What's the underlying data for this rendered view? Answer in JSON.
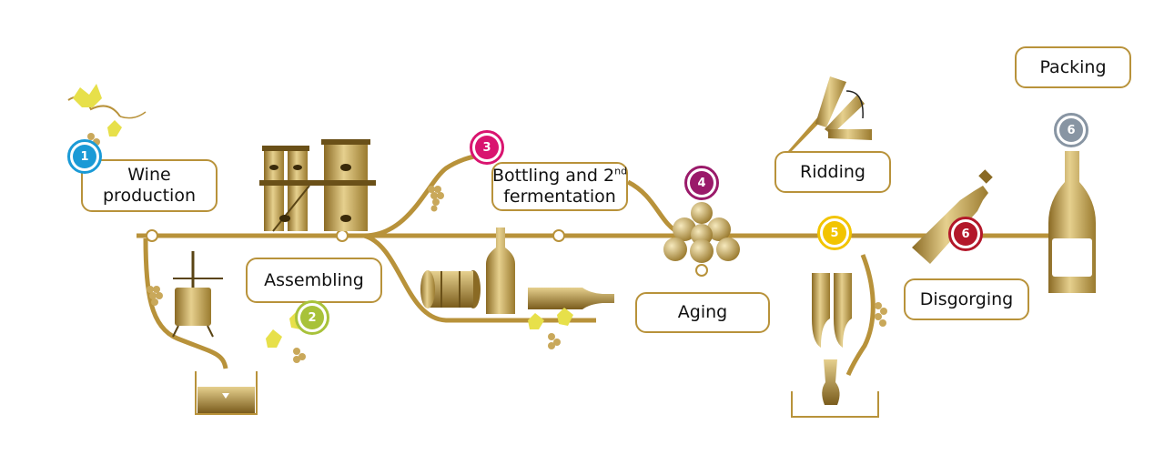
{
  "colors": {
    "gold": "#b8923a",
    "gold_light": "#e6d08e",
    "gold_dark": "#8a6a24",
    "leaf": "#e7e04a",
    "step1": "#1a9ad6",
    "step2": "#a8c23a",
    "step3": "#d9146f",
    "step4": "#9a1a6a",
    "step5": "#f2c400",
    "step6_disgorging": "#b3172a",
    "step6_packing": "#8895a3"
  },
  "steps": [
    {
      "number": "1",
      "label": "Wine",
      "label_line2": "production"
    },
    {
      "number": "2",
      "label": "Assembling"
    },
    {
      "number": "3",
      "label": "Bottling and 2",
      "label_sup": "nd",
      "label_line2": "fermentation"
    },
    {
      "number": "4",
      "label": "Aging"
    },
    {
      "number": "5",
      "label": "Ridding"
    },
    {
      "number": "6",
      "label": "Disgorging"
    },
    {
      "number": "6",
      "label": "Packing"
    }
  ],
  "icons": [
    "grape-vine-icon",
    "wine-press-icon",
    "vat-icon",
    "fermentation-tanks-icon",
    "barrel-icon",
    "bottle-icon",
    "grape-cluster-icon",
    "stacked-bottles-icon",
    "riddling-rack-icon",
    "disgorging-bottle-icon",
    "champagne-bottle-icon"
  ]
}
